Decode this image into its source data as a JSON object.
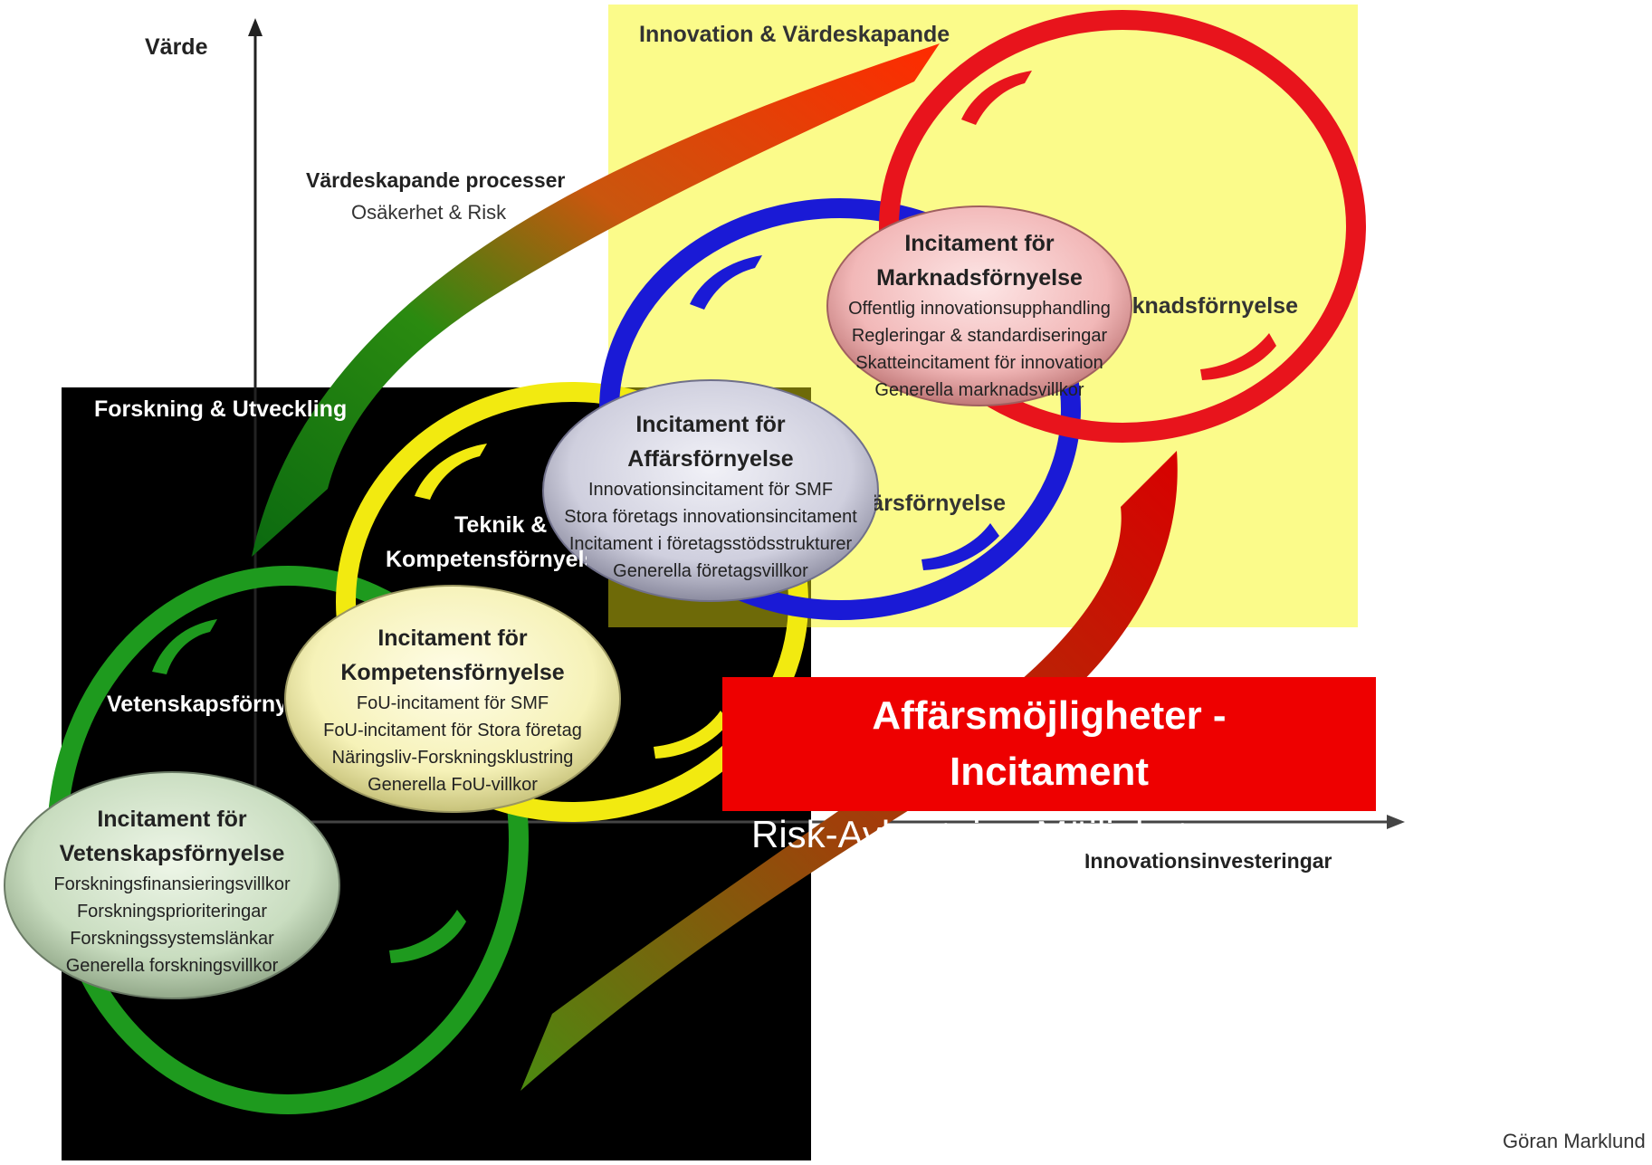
{
  "axes": {
    "y_label": "Värde",
    "x_label": "Innovationsinvesteringar"
  },
  "process": {
    "title": "Värdeskapande processer",
    "subtitle": "Osäkerhet & Risk"
  },
  "regions": {
    "rd": "Forskning & Utveckling",
    "innovation": "Innovation & Värdeskapande"
  },
  "circles": {
    "science": "Vetenskapsförnyelse",
    "tech_line1": "Teknik &",
    "tech_line2": "Kompetensförnyelse",
    "business": "Affärsförnyelse",
    "market": "Marknadsförnyelse"
  },
  "ellipses": {
    "science": {
      "title1": "Incitament för",
      "title2": "Vetenskapsförnyelse",
      "items": [
        "Forskningsfinansieringsvillkor",
        "Forskningsprioriteringar",
        "Forskningssystemslänkar",
        "Generella forskningsvillkor"
      ]
    },
    "competence": {
      "title1": "Incitament för",
      "title2": "Kompetensförnyelse",
      "items": [
        "FoU-incitament för SMF",
        "FoU-incitament för Stora företag",
        "Näringsliv-Forskningsklustring",
        "Generella FoU-villkor"
      ]
    },
    "business": {
      "title1": "Incitament för",
      "title2": "Affärsförnyelse",
      "items": [
        "Innovationsincitament för SMF",
        "Stora företags innovationsincitament",
        "Incitament i företagsstödsstrukturer",
        "Generella företagsvillkor"
      ]
    },
    "market": {
      "title1": "Incitament för",
      "title2": "Marknadsförnyelse",
      "items": [
        "Offentlig innovationsupphandling",
        "Regleringar & standardiseringar",
        "Skatteincitament för innovation",
        "Generella marknadsvillkor"
      ]
    }
  },
  "banner": {
    "line1": "Affärsmöjligheter -",
    "line2": "Incitament"
  },
  "risk_text": "Risk-Avkastning-Möjligheter",
  "author": "Göran Marklund",
  "colors": {
    "green": "#1e9a1e",
    "yellow": "#f2ea10",
    "blue": "#1a1ad6",
    "red": "#e8141c",
    "bg_yellow": "#fbfb8a",
    "bg_black": "#000000",
    "banner_red": "#ee0000"
  }
}
